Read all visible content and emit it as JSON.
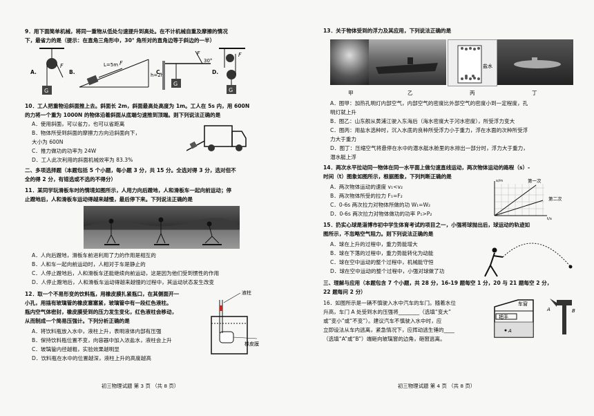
{
  "left": {
    "q9_line1": "9．用下面简单机械，将同一重物从低处匀速提升到高处。在不计机械自重及摩擦的情况",
    "q9_line2": "下，最省力的是（提示：在直角三角形中，30° 角所对的直角边等于斜边的一半）",
    "q9_labels": [
      "A.",
      "B.",
      "C.",
      "D."
    ],
    "q9_fig_texts": {
      "F": "F",
      "G": "G",
      "L": "L=5m",
      "h": "h=2m",
      "angle": "30°"
    },
    "q10_lines": [
      "10．工人把重物沿斜面推上去。斜面长 2m，斜面最高处高度为 1m。工人在 5s 内，用 600N",
      "的力将一个重为 1000N 的物体沿着斜面从底端匀速推到顶端。则下列说法正确的是"
    ],
    "q10_options": [
      "A．使用斜面，可以省力，也可以省距离",
      "B．物体所受到斜面的摩擦力方向沿斜面向下，",
      "大小为 600N",
      "C．推力做功的功率为 24W",
      "D．工人此次利用的斜面机械效率为 83.3%"
    ],
    "section2_lines": [
      "二、多项选择题（本题包括 5 个小题，每小题 3 分，共 15 分。全选对得 3 分，选对但不",
      "全的得 2 分，有错选或不选的不得分）"
    ],
    "q11_lines": [
      "11．某同学玩滑板车时的情境如图所示，人用力向后蹬地，人和滑板车一起向前运动；停",
      "止蹬地后，人和滑板车运动得越来越慢，最后停下来。下列说法正确的是"
    ],
    "q11_options": [
      "A．人向后蹬地，滑板车前进利用了力的作用是相互的",
      "B．人和车一起向前运动时，人相对于车是静止的",
      "C．人停止蹬地后，人和滑板车还能继续向前运动，这是因为他们受到惯性的作用",
      "D．人停止蹬地后，人和滑板车运动得越来越慢的过程中，其运动状态发生改变"
    ],
    "q12_lines": [
      "12．取一个不易形变的饮料瓶，用橡皮膜扎紧瓶口，在其侧面开一",
      "小孔，用插有玻璃管的橡皮塞塞紧，玻璃管中有一段红色液柱。",
      "瓶内空气体密封，橡皮膜受到的压力发生变化，红色液柱会移动，",
      "从而制成一个简易压强计。下列分析正确的是"
    ],
    "q12_options": [
      "A．将饮料瓶放入水中，液柱上升，表明液体内部有压强",
      "B．保持饮料瓶位置不变，向容器中加入浓盐水，液柱会上升",
      "C．玻璃管内径越粗，实验效果越明显",
      "D．饮料瓶在水中的位置越深，液柱上升的高度越高"
    ],
    "q12_fig_labels": {
      "liquid": "液柱",
      "membrane": "橡皮膜"
    },
    "footer": "初三物理试题  第 3 页  （共 8 页）"
  },
  "right": {
    "q13_line": "13．关于物体受到的浮力及其应用，下列说法正确的是",
    "q13_photo_labels": [
      "甲",
      "乙",
      "丙",
      "丁"
    ],
    "q13_salt_label": "盐水",
    "q13_options": [
      "A．图甲：加热孔明灯内部空气，内部空气的密度比外部空气的密度小到一定程度，孔",
      "明灯就上升",
      "B．图乙：山东舰从黄浦江驶入东海后（海水密度大于河水密度），所受浮力变大",
      "C．图丙：用盐水选种时，沉入水底的良种所受浮力小于重力，浮在水面的次种所受浮",
      "力大于重力",
      "D．图丁：压缩空气将悬停在水中的潜水艇水舱里的水排出一部分时，浮力大于重力，",
      "潜水艇上浮"
    ],
    "q14_lines": [
      "14．两次水平拉动同一物体在同一水平面上做匀速直线运动，两次物体运动的路程（s）-",
      "时间（t）图象如图所示，根据图象，下列判断正确的是"
    ],
    "q14_options": [
      "A．两次物体运动的速度 v₁<v₂",
      "B．两次物体所受的拉力 F₁=F₂",
      "C．0-6s 两次拉力对物体所做的功 W₁=W₂",
      "D．0-6s 两次拉力对物体做功的功率 P₁>P₂"
    ],
    "q14_chart_labels": {
      "first": "第一次",
      "second": "第二次",
      "ylab": "s/m",
      "xlab": "t/s"
    },
    "q15_lines": [
      "15．扔实心球是淄博市初中学生体育考试的项目之一，小强将球抛出后，球运动的轨迹如",
      "图所示，不忽略空气阻力。则下列说法正确的是"
    ],
    "q15_options": [
      "A．球在上升的过程中，重力势能增大",
      "B．球在下落的过程中，重力势能转化为动能",
      "C．球在空中运动的整个过程中，机械能守恒",
      "D．球在空中运动的整个过程中，小强对球做了功"
    ],
    "section3_lines": [
      "三、理解与应用（本题包含 7 个小题，共 28 分，16-19 题每空 1 分，20 与 21 题每空 2 分，",
      "22 题每问 2 分）"
    ],
    "q16_lines": [
      "16．如图所示是一辆不慎驶入水中汽车的车门。随着水位",
      "升高，车门 A 处受到水的压强将________（选填“变大”",
      "或“变小”或“不变”）。建议汽车不慎驶入水中时，应",
      "立即设法从车内逃离，紧急情况下，应挥动逃生锤的____",
      "（选填“A”或“B”）端砸向玻璃窗的边角，砸窗逃离。"
    ],
    "q16_fig_labels": {
      "window": "车窗",
      "handle": "把手",
      "A": "A",
      "B": "B"
    },
    "footer": "初三物理试题  第 4 页  （共 8 页）"
  }
}
